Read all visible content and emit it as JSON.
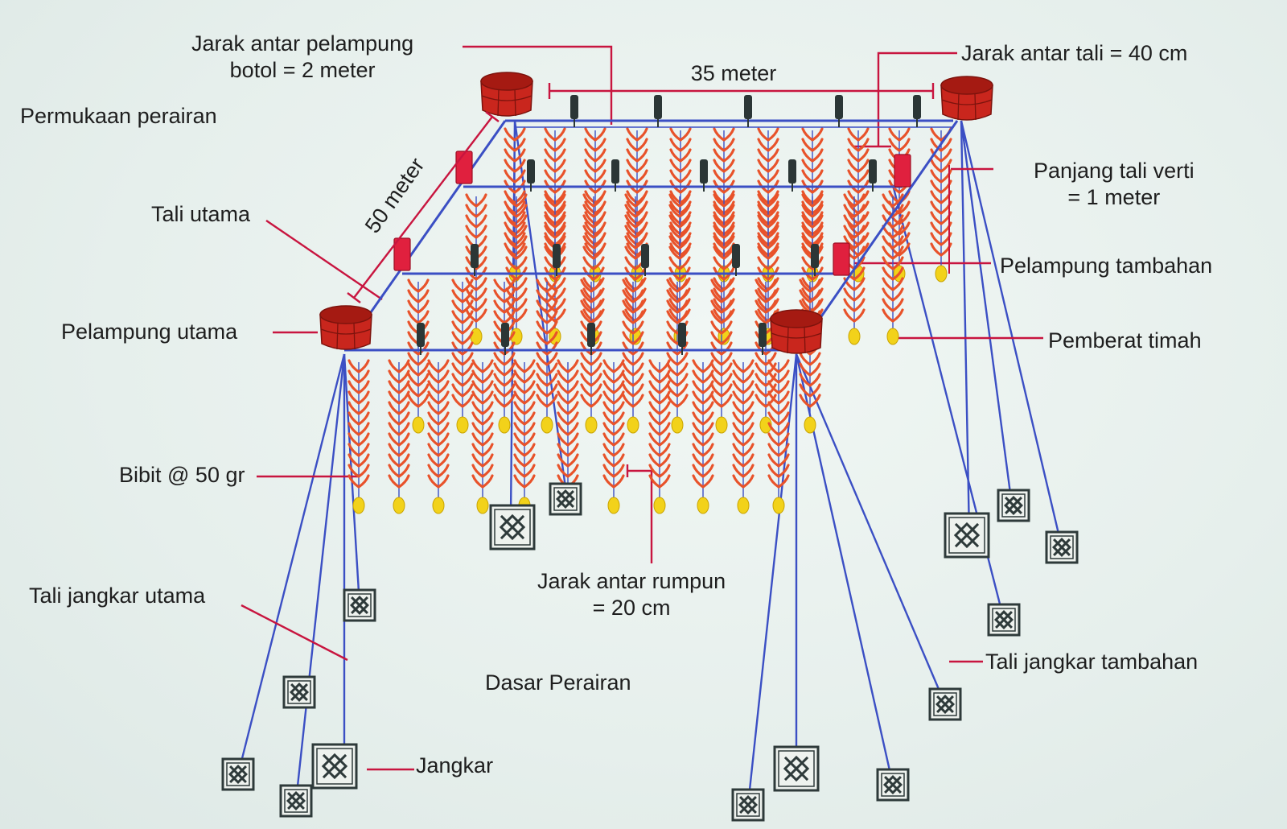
{
  "labels": {
    "jarak_pelampung_botol": "Jarak antar pelampung\nbotol = 2 meter",
    "jarak_antar_tali": "Jarak antar tali = 40 cm",
    "permukaan_perairan": "Permukaan perairan",
    "panjang_tali_verti": "Panjang tali verti\n= 1 meter",
    "tali_utama": "Tali utama",
    "pelampung_tambahan": "Pelampung tambahan",
    "pelampung_utama": "Pelampung utama",
    "pemberat_timah": "Pemberat timah",
    "bibit": "Bibit @ 50 gr",
    "jarak_antar_rumpun": "Jarak antar rumpun\n= 20 cm",
    "tali_jangkar_utama": "Tali jangkar utama",
    "dasar_perairan": "Dasar Perairan",
    "tali_jangkar_tambahan": "Tali jangkar tambahan",
    "jangkar": "Jangkar"
  },
  "dimensions": {
    "width_35": "35 meter",
    "length_50": "50 meter"
  },
  "colors": {
    "rope": "#3b4fc4",
    "leader": "#c8153f",
    "main_float": "#c9261d",
    "extra_float": "#e0203e",
    "sinker": "#f2d21a",
    "seaweed": "#e8522a",
    "anchor": "#2e3a3a",
    "text": "#1e1e1e"
  }
}
